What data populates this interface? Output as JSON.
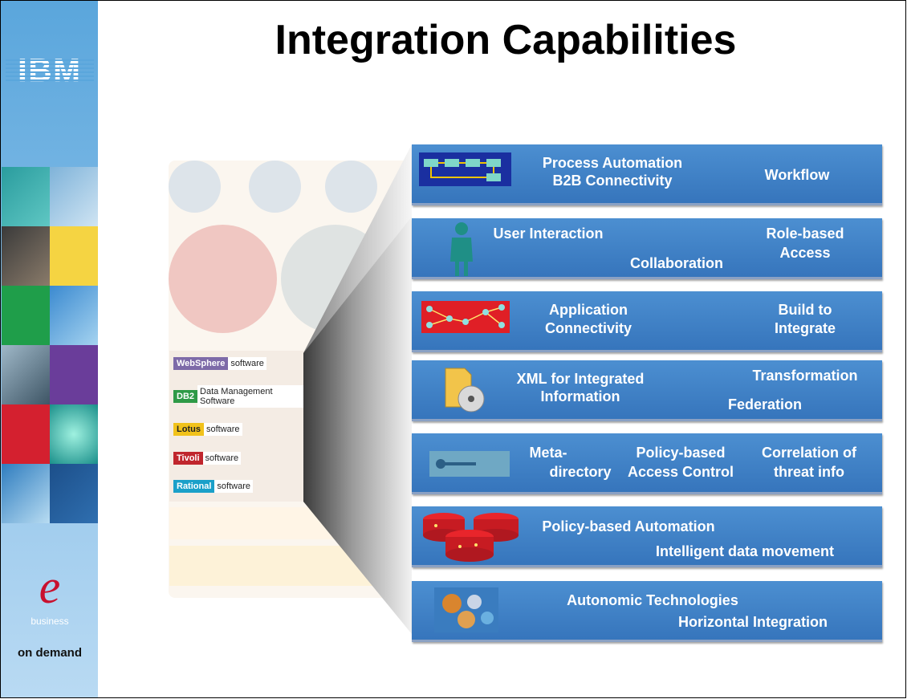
{
  "title": "Integration Capabilities",
  "brand": {
    "logo_text": "IBM",
    "ebusiness_letter": "e",
    "ebusiness_label": "business",
    "tagline": "on demand"
  },
  "software_brands": [
    {
      "tag": "WebSphere",
      "text": "software",
      "color": "#7d6aa8"
    },
    {
      "tag": "DB2",
      "text": "Data Management Software",
      "color": "#2e9a47"
    },
    {
      "tag": "Lotus",
      "text": "software",
      "color": "#f1c21b"
    },
    {
      "tag": "Tivoli",
      "text": "software",
      "color": "#c0262d"
    },
    {
      "tag": "Rational",
      "text": "software",
      "color": "#1aa0c9"
    }
  ],
  "panels": [
    {
      "icon": "process-flow-icon",
      "labels": [
        "Process Automation",
        "B2B Connectivity",
        "Workflow"
      ]
    },
    {
      "icon": "person-icon",
      "labels": [
        "User Interaction",
        "Collaboration",
        "Role-based",
        "Access"
      ]
    },
    {
      "icon": "network-diagram-icon",
      "labels": [
        "Application",
        "Connectivity",
        "Build to",
        "Integrate"
      ]
    },
    {
      "icon": "document-cd-icon",
      "labels": [
        "XML for Integrated",
        "Information",
        "Transformation",
        "Federation"
      ]
    },
    {
      "icon": "key-icon",
      "labels": [
        "Meta-",
        "directory",
        "Policy-based",
        "Access Control",
        "Correlation of",
        "threat info"
      ]
    },
    {
      "icon": "storage-disks-icon",
      "labels": [
        "Policy-based Automation",
        "Intelligent data movement"
      ]
    },
    {
      "icon": "globes-icon",
      "labels": [
        "Autonomic Technologies",
        "Horizontal Integration"
      ]
    }
  ],
  "colors": {
    "panel_blue": "#3f82c7",
    "left_band": "#7db8e6",
    "ebusiness_red": "#c8102e"
  }
}
